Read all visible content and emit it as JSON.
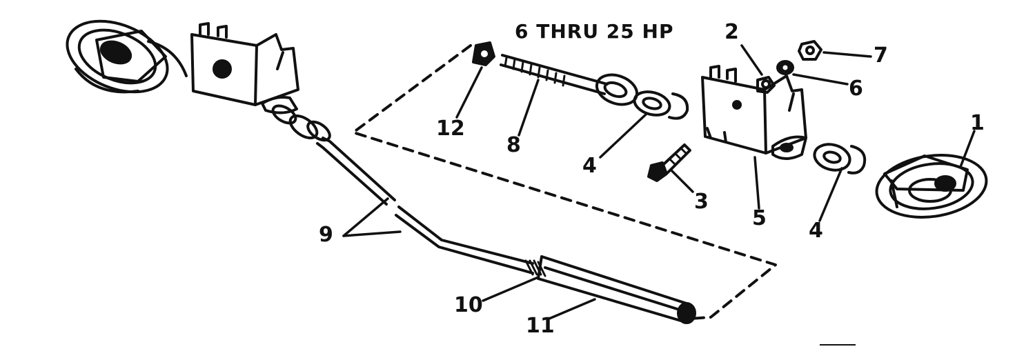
{
  "title": "6 THRU 25 HP",
  "colors": {
    "ink": "#111111",
    "paper": "#ffffff"
  },
  "callouts": [
    "1",
    "2",
    "3",
    "4",
    "5",
    "6",
    "7",
    "8",
    "9",
    "10",
    "11",
    "12"
  ],
  "duplicate_callouts": {
    "4_left": "4",
    "4_right": "4"
  }
}
